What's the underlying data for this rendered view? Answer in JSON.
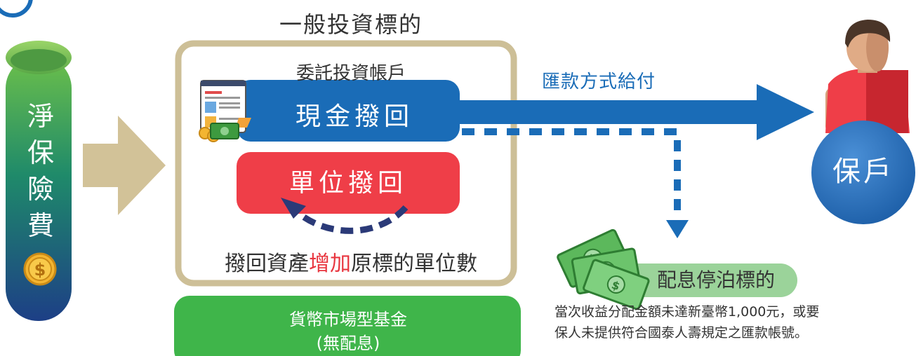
{
  "pillar": {
    "chars": [
      "淨",
      "保",
      "險",
      "費"
    ],
    "coin_symbol": "$"
  },
  "header": {
    "title": "一般投資標的"
  },
  "account": {
    "label": "委託投資帳戶",
    "cash_button": "現金撥回",
    "unit_button": "單位撥回"
  },
  "caption": {
    "before": "撥回資產",
    "highlight": "增加",
    "after": "原標的單位數"
  },
  "money_market": {
    "line1": "貨幣市場型基金",
    "line2": "(無配息)"
  },
  "remit": {
    "label": "匯款方式給付"
  },
  "holder": {
    "label": "保戶"
  },
  "parking": {
    "label": "配息停泊標的"
  },
  "note": {
    "line1": "當次收益分配金額未達新臺幣1,000元，或要",
    "line2": "保人未提供符合國泰人壽規定之匯款帳號。"
  },
  "colors": {
    "blue": "#1a6cb7",
    "red": "#ef3e48",
    "green": "#3fb54a",
    "tan": "#cdbf97",
    "navy": "#2b3a78",
    "light_green": "#9bd39a"
  }
}
